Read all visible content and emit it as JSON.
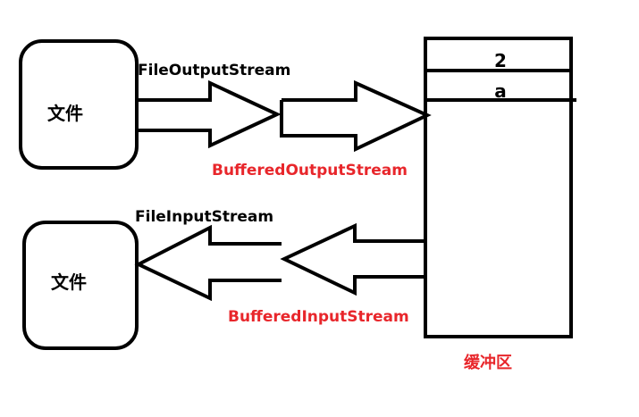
{
  "file_box_top": {
    "label": "文件"
  },
  "file_box_bottom": {
    "label": "文件"
  },
  "buffer": {
    "label": "缓冲区",
    "cells": [
      "2",
      "a"
    ]
  },
  "streams": {
    "file_output": "FileOutputStream",
    "buffered_output": "BufferedOutputStream",
    "file_input": "FileInputStream",
    "buffered_input": "BufferedInputStream"
  },
  "colors": {
    "stroke": "#000000",
    "text": "#000000",
    "accent": "#e8262b",
    "background": "#ffffff"
  }
}
